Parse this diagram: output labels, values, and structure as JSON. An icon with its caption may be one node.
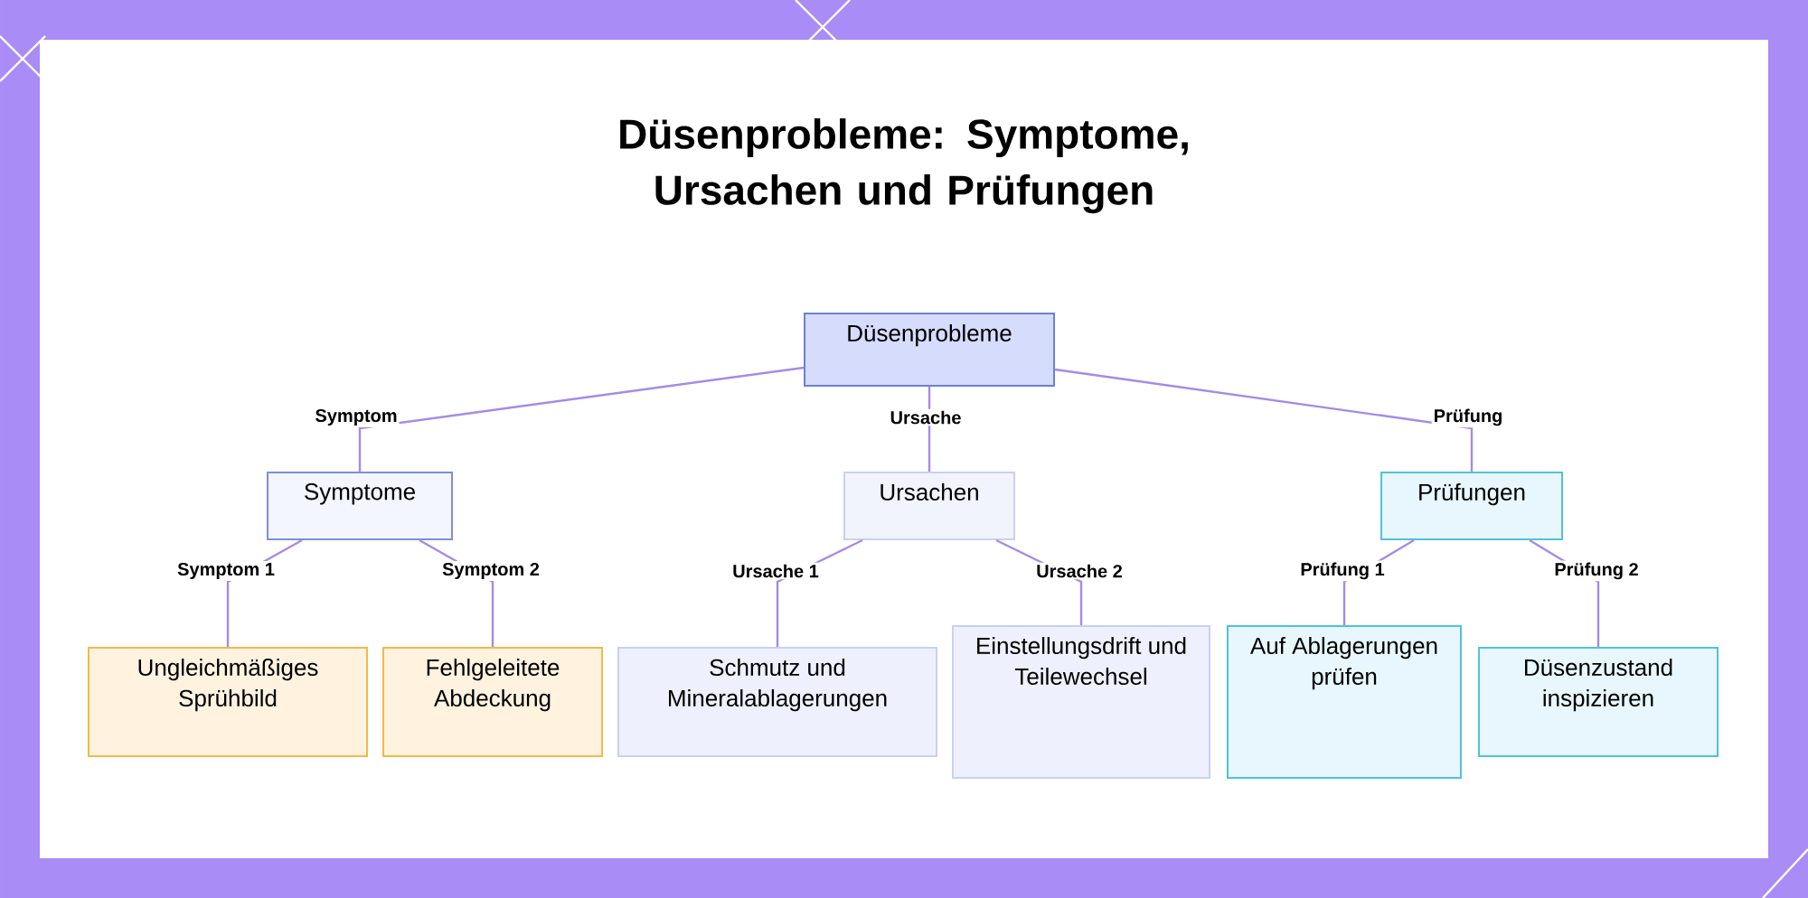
{
  "diagram": {
    "title": "Düsenprobleme: Symptome, Ursachen und Prüfungen",
    "nodes": [
      {
        "text": [
          "Düsenprobleme"
        ]
      },
      {
        "text": [
          "Symptome"
        ]
      },
      {
        "text": [
          "Ursachen"
        ]
      },
      {
        "text": [
          "Prüfungen"
        ]
      },
      {
        "text": [
          "Ungleichmäßiges Sprühbild"
        ]
      },
      {
        "text": [
          "Fehlgeleitete Abdeckung"
        ]
      },
      {
        "text": [
          "Schmutz und Mineralablagerungen"
        ]
      },
      {
        "text": [
          "Einstellungsdrift und Teilewechsel"
        ]
      },
      {
        "text": [
          "Auf Ablagerungen prüfen"
        ]
      },
      {
        "text": [
          "Düsenzustand inspizieren"
        ]
      }
    ],
    "edges": [
      {
        "from": 0,
        "to": 1,
        "arrow": "none",
        "label": "Symptom"
      },
      {
        "from": 0,
        "to": 2,
        "arrow": "none",
        "label": "Ursache"
      },
      {
        "from": 0,
        "to": 3,
        "arrow": "none",
        "label": "Prüfung"
      },
      {
        "from": 1,
        "to": 4,
        "arrow": "none",
        "label": "Symptom 1"
      },
      {
        "from": 1,
        "to": 5,
        "arrow": "none",
        "label": "Symptom 2"
      },
      {
        "from": 2,
        "to": 6,
        "arrow": "none",
        "label": "Ursache 1"
      },
      {
        "from": 2,
        "to": 7,
        "arrow": "none",
        "label": "Ursache 2"
      },
      {
        "from": 3,
        "to": 8,
        "arrow": "none",
        "label": "Prüfung 1"
      },
      {
        "from": 3,
        "to": 9,
        "arrow": "none",
        "label": "Prüfung 2"
      }
    ]
  }
}
